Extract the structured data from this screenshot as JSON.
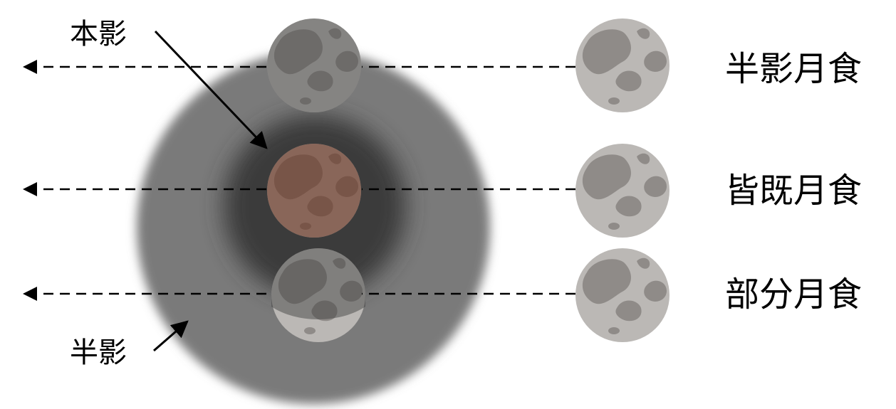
{
  "labels": {
    "umbra": "本影",
    "penumbra": "半影",
    "penumbral_eclipse": "半影月食",
    "total_eclipse": "皆既月食",
    "partial_eclipse": "部分月食"
  },
  "colors": {
    "penumbra": "#7a7a7a",
    "umbra": "#3a3a3a",
    "moon": "#bbb8b5",
    "moon_mare": "#8f8b88",
    "blood_moon": "#7a4a3a",
    "line": "#000000"
  }
}
